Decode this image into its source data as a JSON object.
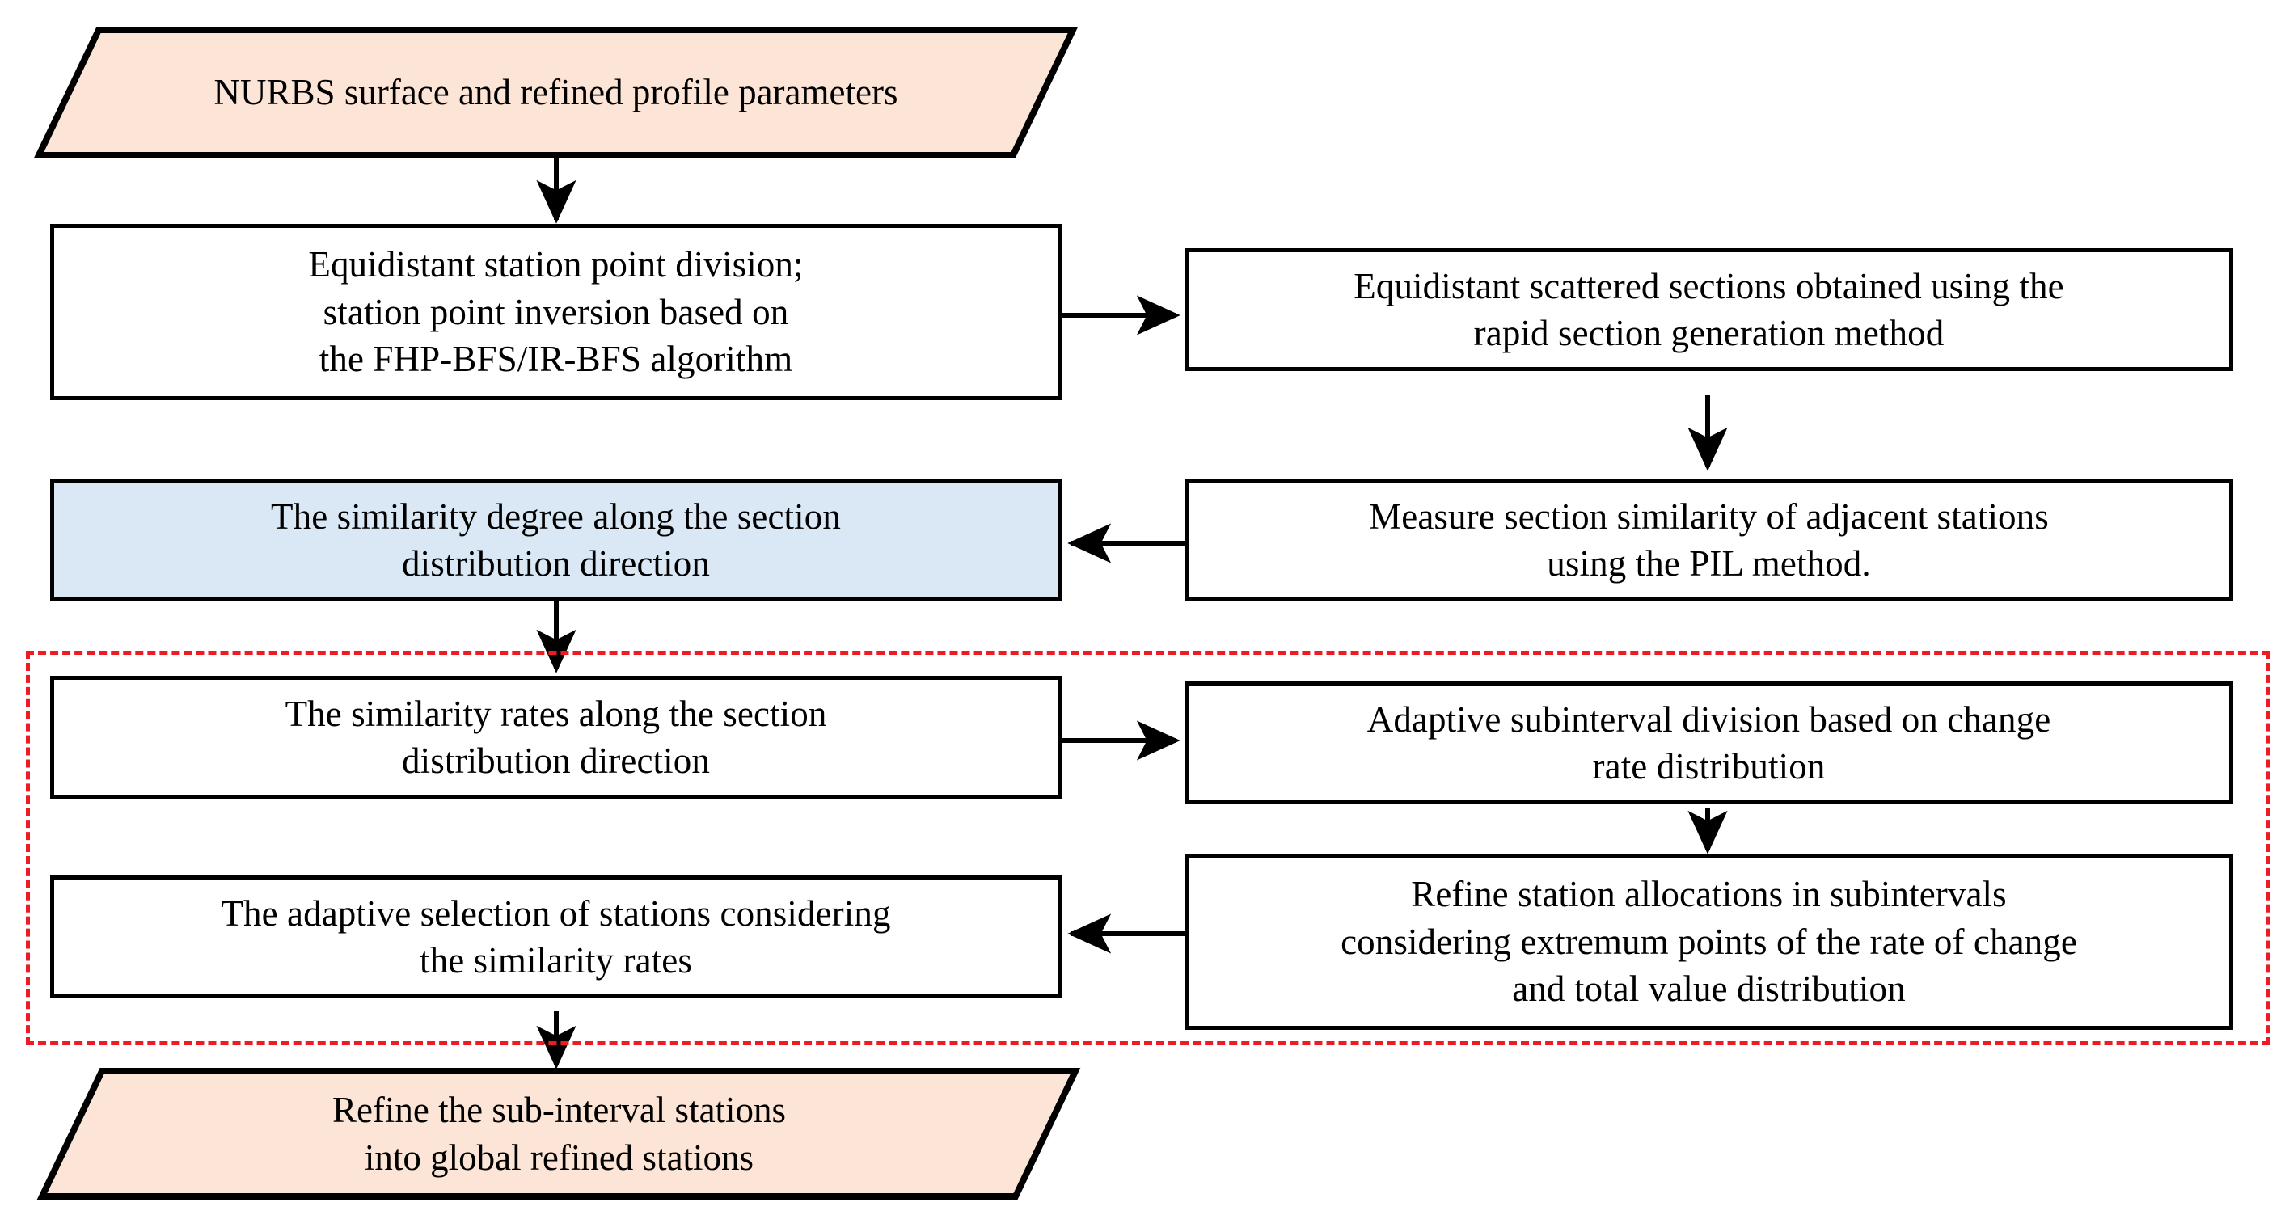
{
  "diagram": {
    "title": "Adaptive station refinement flowchart",
    "colors": {
      "terminal_fill": "#fce5d6",
      "highlight_fill": "#dae8f5",
      "process_fill": "#ffffff",
      "stroke": "#000000",
      "group_border": "#ee1b24"
    },
    "nodes": {
      "input_terminal": {
        "shape": "parallelogram",
        "label": "NURBS surface and refined profile parameters"
      },
      "station_division": {
        "shape": "process",
        "label": "Equidistant station point division;\nstation point inversion based on\nthe FHP-BFS/IR-BFS algorithm"
      },
      "scattered_sections": {
        "shape": "process",
        "label": "Equidistant scattered sections obtained using the\nrapid section generation method"
      },
      "similarity_degree": {
        "shape": "process-highlight",
        "label": "The similarity degree along the section\ndistribution direction"
      },
      "measure_pil": {
        "shape": "process",
        "label": "Measure section similarity of adjacent stations\nusing the PIL method."
      },
      "similarity_rates": {
        "shape": "process",
        "label": "The similarity rates along the section\ndistribution direction"
      },
      "adaptive_subinterval": {
        "shape": "process",
        "label": "Adaptive subinterval division based on change\nrate distribution"
      },
      "refine_allocations": {
        "shape": "process",
        "label": "Refine station allocations in subintervals\nconsidering extremum points of the rate of change\nand total value distribution"
      },
      "adaptive_selection": {
        "shape": "process",
        "label": "The adaptive selection of stations considering\nthe similarity rates"
      },
      "output_terminal": {
        "shape": "parallelogram",
        "label": "Refine the sub-interval stations\ninto global refined stations"
      }
    },
    "group_box": {
      "label": "",
      "style": "red-dashed"
    },
    "connectors": [
      {
        "name": "input-to-station-division",
        "from": "input_terminal",
        "to": "station_division",
        "direction": "down"
      },
      {
        "name": "station-division-to-scattered-sections",
        "from": "station_division",
        "to": "scattered_sections",
        "direction": "right"
      },
      {
        "name": "scattered-sections-to-measure-pil",
        "from": "scattered_sections",
        "to": "measure_pil",
        "direction": "down"
      },
      {
        "name": "measure-pil-to-similarity-degree",
        "from": "measure_pil",
        "to": "similarity_degree",
        "direction": "left"
      },
      {
        "name": "similarity-degree-to-similarity-rates",
        "from": "similarity_degree",
        "to": "similarity_rates",
        "direction": "down"
      },
      {
        "name": "similarity-rates-to-adaptive-subinterval",
        "from": "similarity_rates",
        "to": "adaptive_subinterval",
        "direction": "right"
      },
      {
        "name": "adaptive-subinterval-to-refine-allocations",
        "from": "adaptive_subinterval",
        "to": "refine_allocations",
        "direction": "down"
      },
      {
        "name": "refine-allocations-to-adaptive-selection",
        "from": "refine_allocations",
        "to": "adaptive_selection",
        "direction": "left"
      },
      {
        "name": "adaptive-selection-to-output",
        "from": "adaptive_selection",
        "to": "output_terminal",
        "direction": "down"
      }
    ]
  }
}
